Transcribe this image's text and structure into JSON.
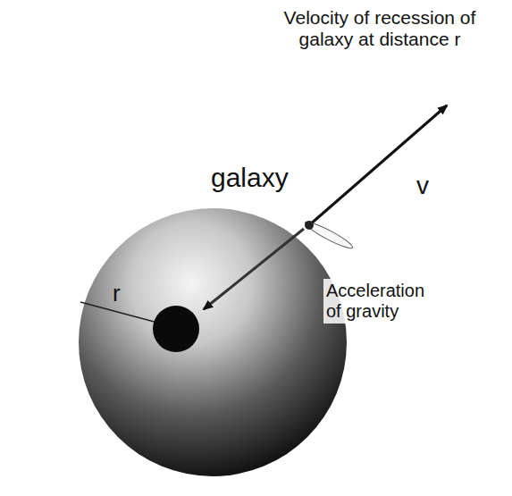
{
  "diagram": {
    "labels": [
      "Velocity of recession of galaxy at distance r",
      "galaxy",
      "v",
      "r",
      "Acceleration of gravity"
    ]
  }
}
